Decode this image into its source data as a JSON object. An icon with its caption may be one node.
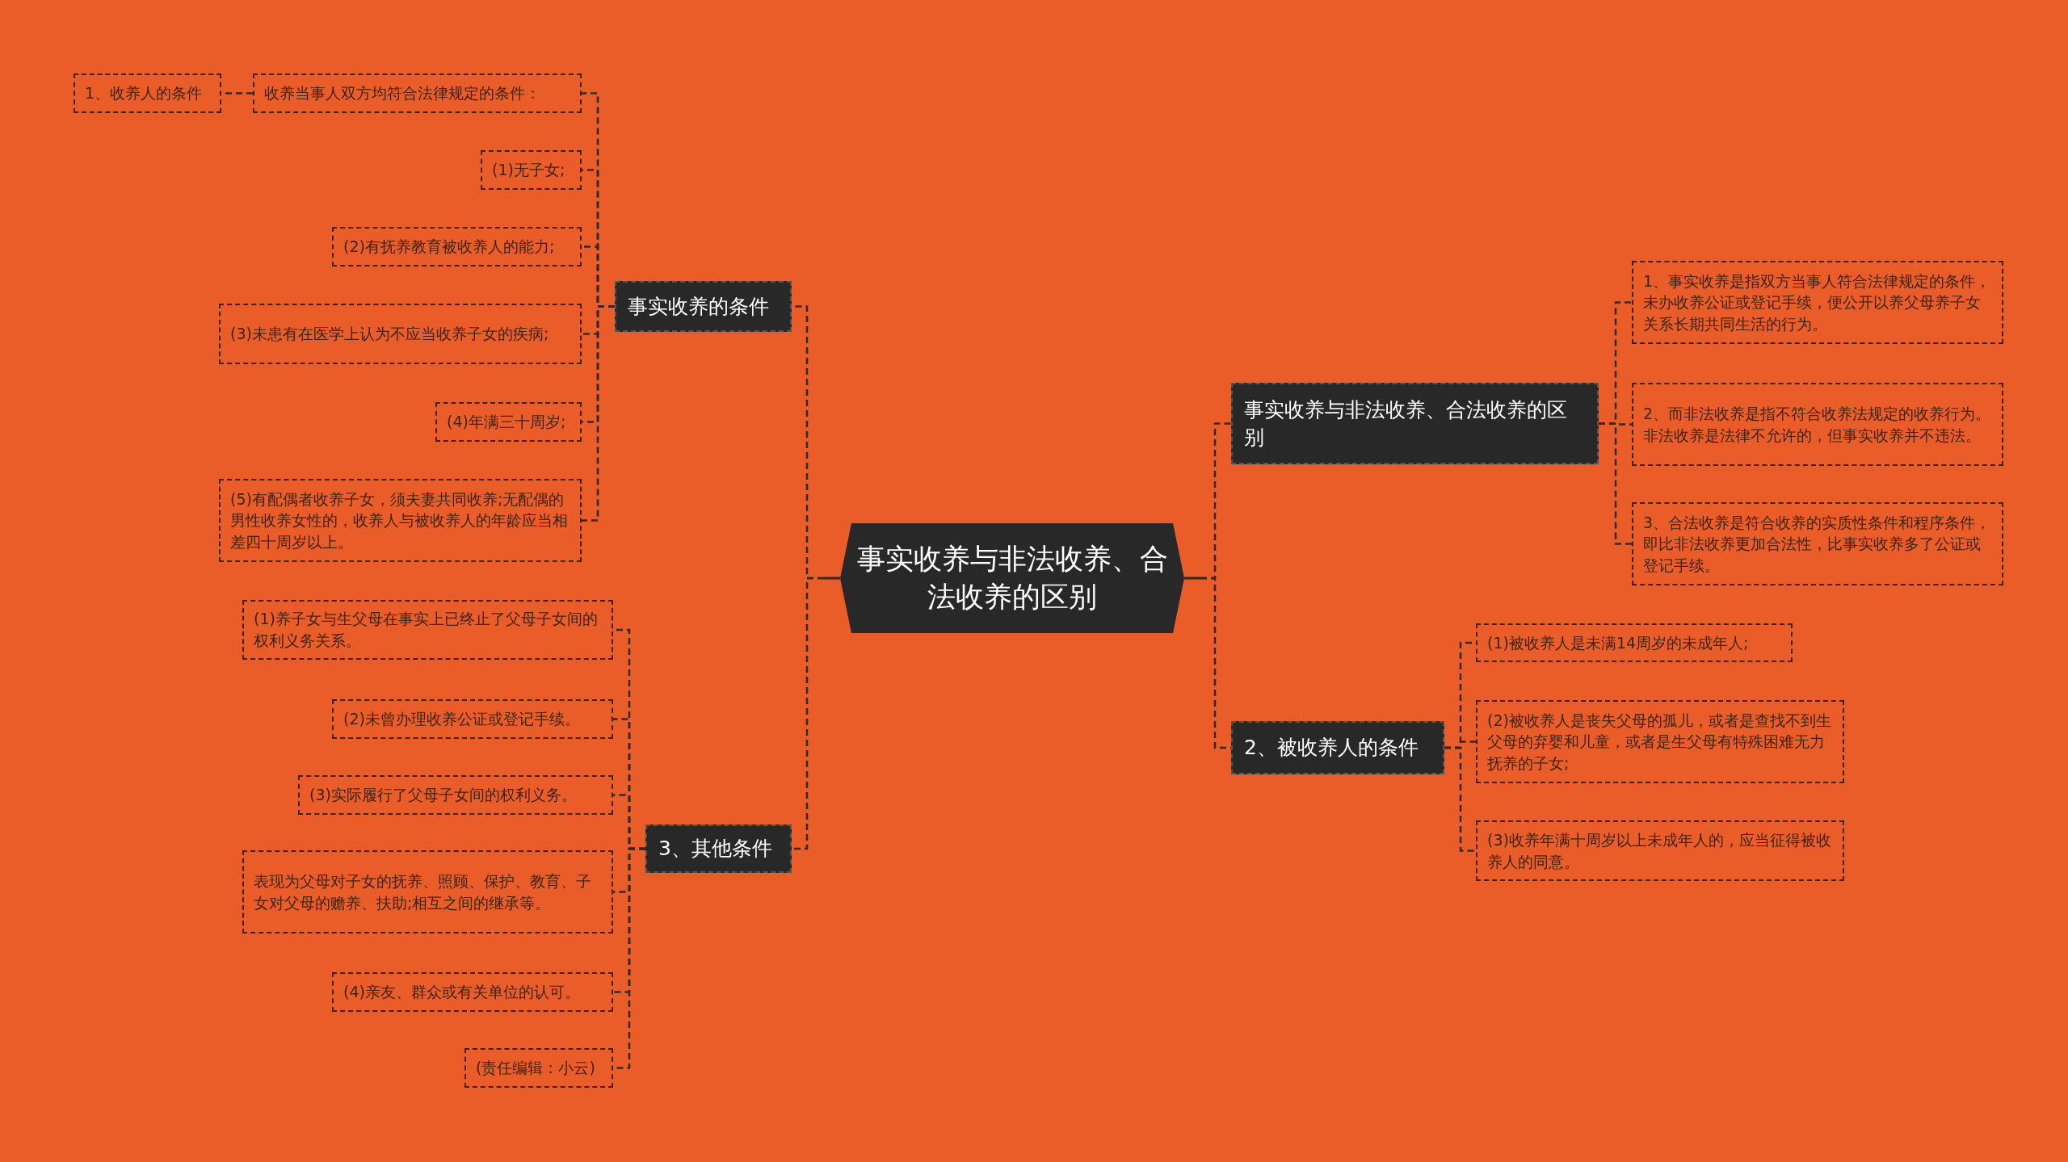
{
  "diagram": {
    "nodes": [
      {
        "text": [
          "事实收养与非法收养、合法收养的区别"
        ]
      },
      {
        "text": [
          "事实收养的条件"
        ]
      },
      {
        "text": [
          "1、收养人的条件"
        ]
      },
      {
        "text": [
          "收养当事人双方均符合法律规定的条件："
        ]
      },
      {
        "text": [
          "(1)无子女;"
        ]
      },
      {
        "text": [
          "(2)有抚养教育被收养人的能力;"
        ]
      },
      {
        "text": [
          "(3)未患有在医学上认为不应当收养子女的疾病;"
        ]
      },
      {
        "text": [
          "(4)年满三十周岁;"
        ]
      },
      {
        "text": [
          "(5)有配偶者收养子女，须夫妻共同收养;无配偶的男性收养女性的，收养人与被收养人的年龄应当相差四十周岁以上。"
        ]
      },
      {
        "text": [
          "3、其他条件"
        ]
      },
      {
        "text": [
          "(1)养子女与生父母在事实上已终止了父母子女间的权利义务关系。"
        ]
      },
      {
        "text": [
          "(2)未曾办理收养公证或登记手续。"
        ]
      },
      {
        "text": [
          "(3)实际履行了父母子女间的权利义务。"
        ]
      },
      {
        "text": [
          "表现为父母对子女的抚养、照顾、保护、教育、子女对父母的赡养、扶助;相互之间的继承等。"
        ]
      },
      {
        "text": [
          "(4)亲友、群众或有关单位的认可。"
        ]
      },
      {
        "text": [
          "(责任编辑：小云)"
        ]
      },
      {
        "text": [
          "事实收养与非法收养、合法收养的区别"
        ]
      },
      {
        "text": [
          "1、事实收养是指双方当事人符合法律规定的条件，未办收养公证或登记手续，便公开以养父母养子女关系长期共同生活的行为。"
        ]
      },
      {
        "text": [
          "2、而非法收养是指不符合收养法规定的收养行为。非法收养是法律不允许的，但事实收养并不违法。"
        ]
      },
      {
        "text": [
          "3、合法收养是符合收养的实质性条件和程序条件，即比非法收养更加合法性，比事实收养多了公证或登记手续。"
        ]
      },
      {
        "text": [
          "2、被收养人的条件"
        ]
      },
      {
        "text": [
          "(1)被收养人是未满14周岁的未成年人;"
        ]
      },
      {
        "text": [
          "(2)被收养人是丧失父母的孤儿，或者是查找不到生父母的弃婴和儿童，或者是生父母有特殊困难无力抚养的子女;"
        ]
      },
      {
        "text": [
          "(3)收养年满十周岁以上未成年人的，应当征得被收养人的同意。"
        ]
      }
    ],
    "edges": [
      {
        "from": 0,
        "to": 1,
        "arrow": "none",
        "style": "dashed"
      },
      {
        "from": 1,
        "to": 3,
        "arrow": "none",
        "style": "dashed"
      },
      {
        "from": 3,
        "to": 2,
        "arrow": "none",
        "style": "dashed"
      },
      {
        "from": 1,
        "to": 4,
        "arrow": "none",
        "style": "dashed"
      },
      {
        "from": 1,
        "to": 5,
        "arrow": "none",
        "style": "dashed"
      },
      {
        "from": 1,
        "to": 6,
        "arrow": "none",
        "style": "dashed"
      },
      {
        "from": 1,
        "to": 7,
        "arrow": "none",
        "style": "dashed"
      },
      {
        "from": 1,
        "to": 8,
        "arrow": "none",
        "style": "dashed"
      },
      {
        "from": 0,
        "to": 9,
        "arrow": "none",
        "style": "dashed"
      },
      {
        "from": 9,
        "to": 10,
        "arrow": "none",
        "style": "dashed"
      },
      {
        "from": 9,
        "to": 11,
        "arrow": "none",
        "style": "dashed"
      },
      {
        "from": 9,
        "to": 12,
        "arrow": "none",
        "style": "dashed"
      },
      {
        "from": 9,
        "to": 13,
        "arrow": "none",
        "style": "dashed"
      },
      {
        "from": 9,
        "to": 14,
        "arrow": "none",
        "style": "dashed"
      },
      {
        "from": 9,
        "to": 15,
        "arrow": "none",
        "style": "dashed"
      },
      {
        "from": 0,
        "to": 16,
        "arrow": "none",
        "style": "dashed"
      },
      {
        "from": 16,
        "to": 17,
        "arrow": "none",
        "style": "dashed"
      },
      {
        "from": 16,
        "to": 18,
        "arrow": "none",
        "style": "dashed"
      },
      {
        "from": 16,
        "to": 19,
        "arrow": "none",
        "style": "dashed"
      },
      {
        "from": 0,
        "to": 20,
        "arrow": "none",
        "style": "dashed"
      },
      {
        "from": 20,
        "to": 21,
        "arrow": "none",
        "style": "dashed"
      },
      {
        "from": 20,
        "to": 22,
        "arrow": "none",
        "style": "dashed"
      },
      {
        "from": 20,
        "to": 23,
        "arrow": "none",
        "style": "dashed"
      }
    ]
  }
}
